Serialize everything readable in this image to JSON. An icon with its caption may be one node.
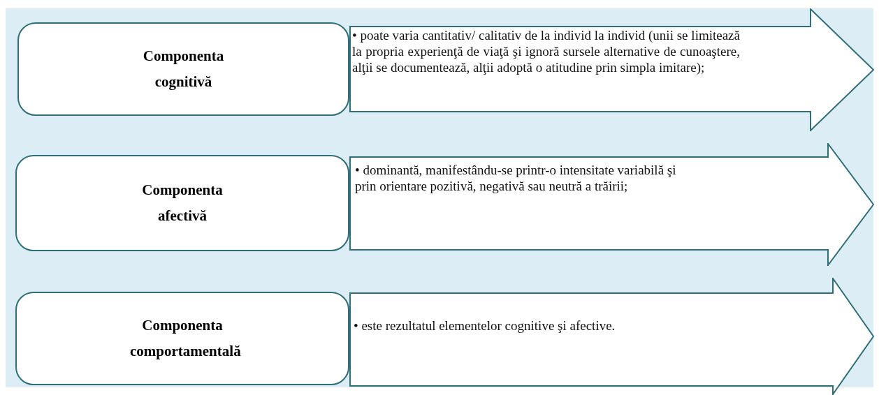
{
  "diagram": {
    "nodes": [
      {
        "text": [
          "Componenta cognitivă"
        ]
      },
      {
        "text": [
          "• poate varia cantitativ/ calitativ de la individ la individ (unii se limitează la propria experienţă de viaţă şi ignoră sursele alternative de cunoaştere, alţii se documentează, alţii adoptă o atitudine prin simpla imitare);"
        ]
      },
      {
        "text": [
          "Componenta afectivă"
        ]
      },
      {
        "text": [
          "• dominantă, manifestându-se printr-o intensitate variabilă şi prin orientare pozitivă, negativă sau neutră a trăirii;"
        ]
      },
      {
        "text": [
          "Componenta comportamentală"
        ]
      },
      {
        "text": [
          "• este rezultatul elementelor cognitive şi afective."
        ]
      }
    ]
  }
}
